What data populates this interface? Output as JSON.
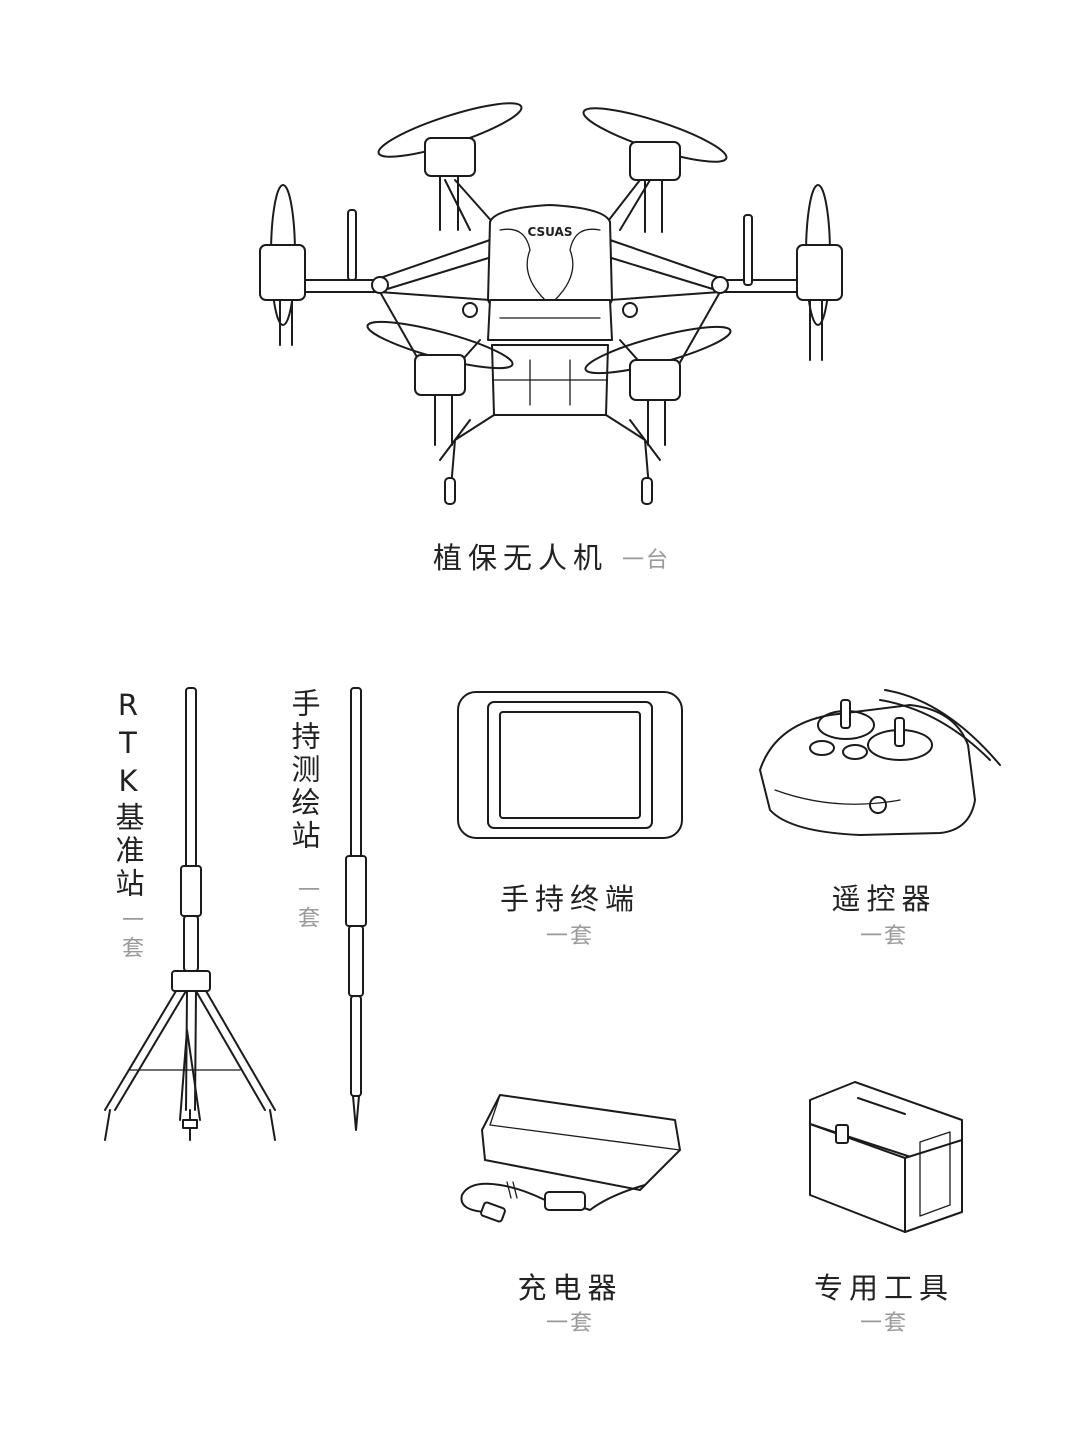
{
  "drone": {
    "logo_text": "CSUAS",
    "label": "植保无人机",
    "qty": "一台"
  },
  "rtk": {
    "label": "RTK基准站",
    "qty": "一套"
  },
  "surveyor": {
    "label": "手持测绘站",
    "qty": "一套"
  },
  "terminal": {
    "label": "手持终端",
    "qty": "一套"
  },
  "remote": {
    "label": "遥控器",
    "qty": "一套"
  },
  "charger": {
    "label": "充电器",
    "qty": "一套"
  },
  "toolbox": {
    "label": "专用工具",
    "qty": "一套"
  },
  "icons": [
    "drone-icon",
    "tripod-icon",
    "survey-pole-icon",
    "tablet-icon",
    "remote-controller-icon",
    "charger-icon",
    "toolbox-icon"
  ]
}
